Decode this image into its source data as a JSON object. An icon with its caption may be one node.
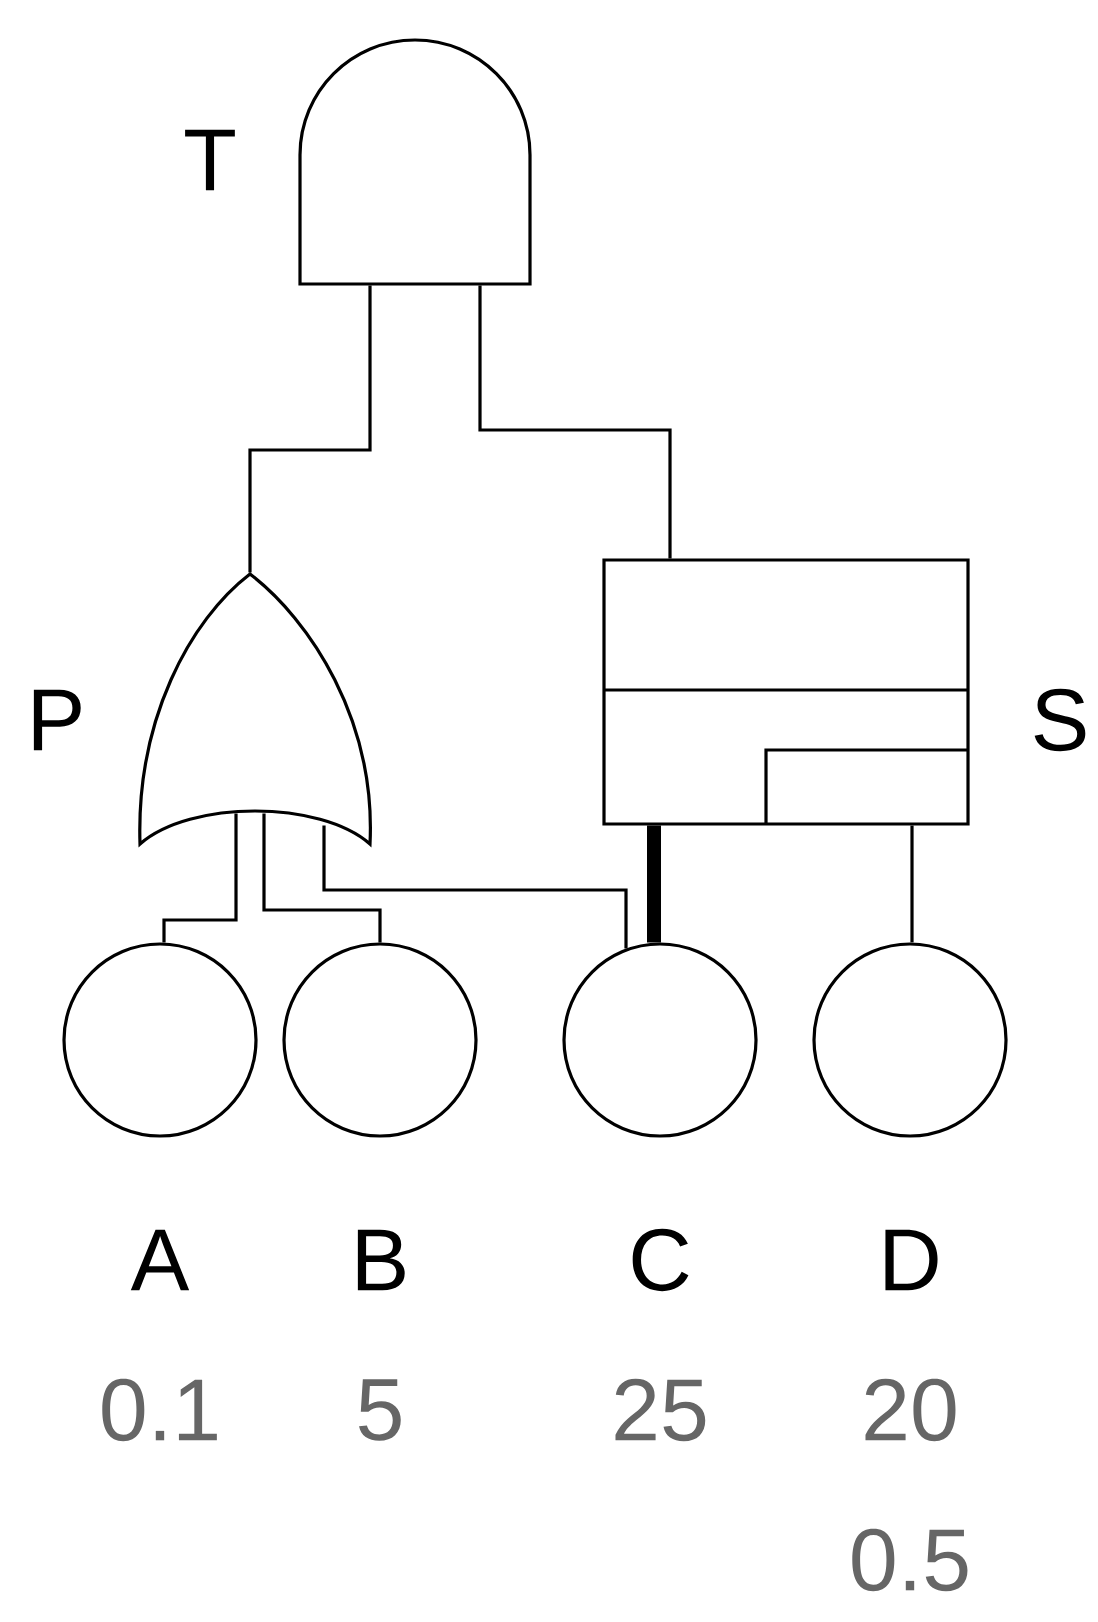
{
  "diagram": {
    "nodes": [
      {
        "text": [
          "T"
        ]
      },
      {
        "text": [
          "P"
        ]
      },
      {
        "text": [
          "S"
        ]
      },
      {
        "text": [
          "A"
        ],
        "beside": [
          "0.1"
        ]
      },
      {
        "text": [
          "B"
        ],
        "beside": [
          "5"
        ]
      },
      {
        "text": [
          "C"
        ],
        "beside": [
          "25"
        ]
      },
      {
        "text": [
          "D"
        ],
        "beside": [
          "20",
          "0.5"
        ]
      }
    ],
    "edges": [
      {
        "from": 0,
        "to": 1,
        "arrow": "none"
      },
      {
        "from": 0,
        "to": 2,
        "arrow": "none"
      },
      {
        "from": 1,
        "to": 3,
        "arrow": "none"
      },
      {
        "from": 1,
        "to": 4,
        "arrow": "none"
      },
      {
        "from": 1,
        "to": 5,
        "arrow": "none"
      },
      {
        "from": 2,
        "to": 5,
        "arrow": "none",
        "style": "thick"
      },
      {
        "from": 2,
        "to": 6,
        "arrow": "none"
      }
    ]
  }
}
